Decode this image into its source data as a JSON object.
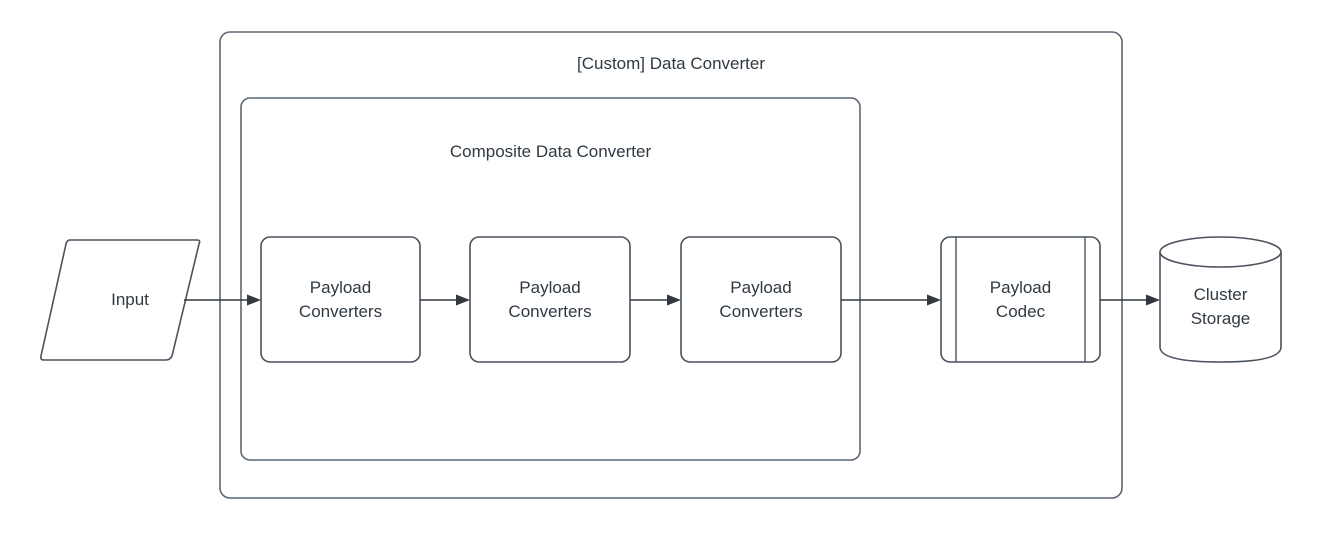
{
  "diagram": {
    "title": "[Custom] Data Converter",
    "background_color": "#ffffff",
    "stroke_color": "#5C6672",
    "text_color": "#2F3942",
    "arrow_color": "#32383E",
    "containers": [
      {
        "id": "custom-data-converter",
        "label": "[Custom] Data Converter",
        "shape": "rounded-rectangle"
      },
      {
        "id": "composite-data-converter",
        "label": "Composite Data Converter",
        "shape": "rounded-rectangle"
      }
    ],
    "nodes": [
      {
        "id": "input",
        "label": "Input",
        "shape": "parallelogram"
      },
      {
        "id": "payload-converters-1",
        "label": "Payload\nConverters",
        "shape": "rounded-rectangle"
      },
      {
        "id": "payload-converters-2",
        "label": "Payload\nConverters",
        "shape": "rounded-rectangle"
      },
      {
        "id": "payload-converters-3",
        "label": "Payload\nConverters",
        "shape": "rounded-rectangle"
      },
      {
        "id": "payload-codec",
        "label": "Payload\nCodec",
        "shape": "process"
      },
      {
        "id": "cluster-storage",
        "label": "Cluster\nStorage",
        "shape": "cylinder"
      }
    ],
    "edges": [
      {
        "id": "edge-input-to-pc1",
        "from": "input",
        "to": "payload-converters-1",
        "arrow": "single"
      },
      {
        "id": "edge-pc1-to-pc2",
        "from": "payload-converters-1",
        "to": "payload-converters-2",
        "arrow": "single"
      },
      {
        "id": "edge-pc2-to-pc3",
        "from": "payload-converters-2",
        "to": "payload-converters-3",
        "arrow": "single"
      },
      {
        "id": "edge-pc3-to-codec",
        "from": "payload-converters-3",
        "to": "payload-codec",
        "arrow": "single"
      },
      {
        "id": "edge-codec-to-storage",
        "from": "payload-codec",
        "to": "cluster-storage",
        "arrow": "single"
      }
    ]
  }
}
